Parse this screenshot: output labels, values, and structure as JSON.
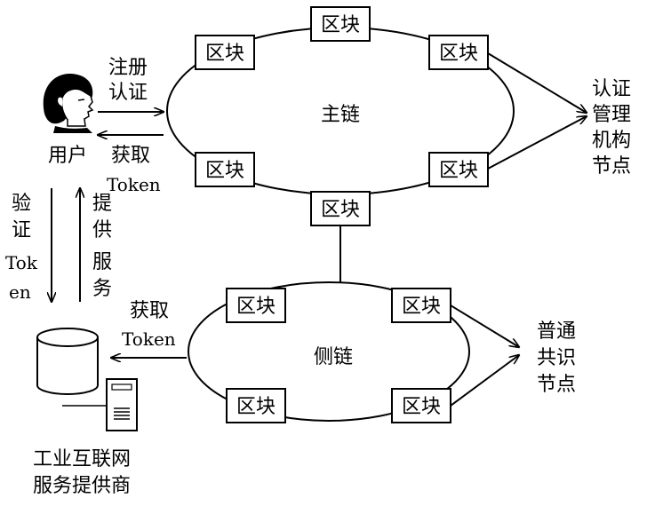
{
  "block_label": "区块",
  "main_chain": {
    "label": "主链"
  },
  "side_chain": {
    "label": "侧链"
  },
  "user": {
    "label": "用户",
    "register_line1": "注册",
    "register_line2": "认证",
    "get_token_line1": "获取",
    "get_token_line2": "Token"
  },
  "verify": {
    "line1": "验",
    "line2": "证",
    "line3": "Tok",
    "line4": "en"
  },
  "provide": {
    "line1": "提",
    "line2": "供",
    "line3": "服",
    "line4": "务"
  },
  "provider": {
    "get_token_line1": "获取",
    "get_token_line2": "Token",
    "label_line1": "工业互联网",
    "label_line2": "服务提供商"
  },
  "auth_node": {
    "line1": "认证",
    "line2": "管理",
    "line3": "机构",
    "line4": "节点"
  },
  "consensus_node": {
    "line1": "普通",
    "line2": "共识",
    "line3": "节点"
  },
  "colors": {
    "stroke": "#000000",
    "background": "#ffffff"
  }
}
